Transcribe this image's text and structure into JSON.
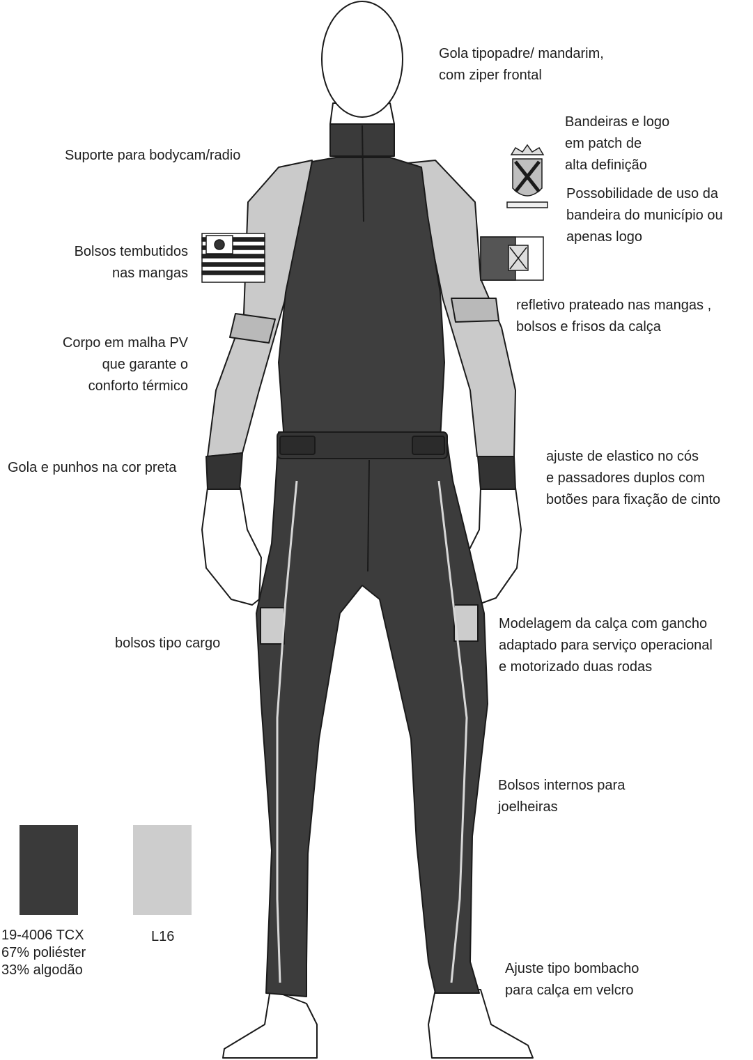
{
  "annotations": {
    "collar": [
      "Gola tipopadre/ mandarim,",
      "com ziper frontal"
    ],
    "flags": [
      "Bandeiras e logo",
      "em patch de",
      "alta definição"
    ],
    "flag_option": [
      "Possobilidade de uso da",
      "bandeira do município ou",
      "apenas logo"
    ],
    "bodycam": [
      "Suporte para bodycam/radio"
    ],
    "sleeve_pockets": [
      "Bolsos tembutidos",
      "nas mangas"
    ],
    "reflective": [
      "refletivo prateado nas mangas ,",
      " bolsos e frisos da calça"
    ],
    "body": [
      "Corpo em malha PV",
      "que garante o",
      "conforto térmico"
    ],
    "collar_cuffs": [
      "Gola e punhos na cor preta"
    ],
    "waist": [
      "ajuste de elastico no cós",
      "e passadores duplos com",
      " botões para fixação de cinto"
    ],
    "cargo": [
      "bolsos tipo cargo"
    ],
    "trouser_fit": [
      "Modelagem da calça com gancho",
      "adaptado para serviço operacional",
      "e motorizado duas rodas"
    ],
    "knee_pockets": [
      "Bolsos internos para",
      "joelheiras"
    ],
    "ankle": [
      "Ajuste tipo bombacho",
      "para calça em velcro"
    ]
  },
  "swatches": [
    {
      "color": "#3a3a3a",
      "lines": [
        "19-4006 TCX",
        "67% poliéster",
        "33% algodão"
      ]
    },
    {
      "color": "#cdcdcd",
      "lines": [
        "L16"
      ]
    }
  ],
  "colors": {
    "dark_fabric": "#3c3c3c",
    "light_fabric": "#cacaca",
    "outline": "#1a1a1a",
    "skin": "#ffffff"
  }
}
